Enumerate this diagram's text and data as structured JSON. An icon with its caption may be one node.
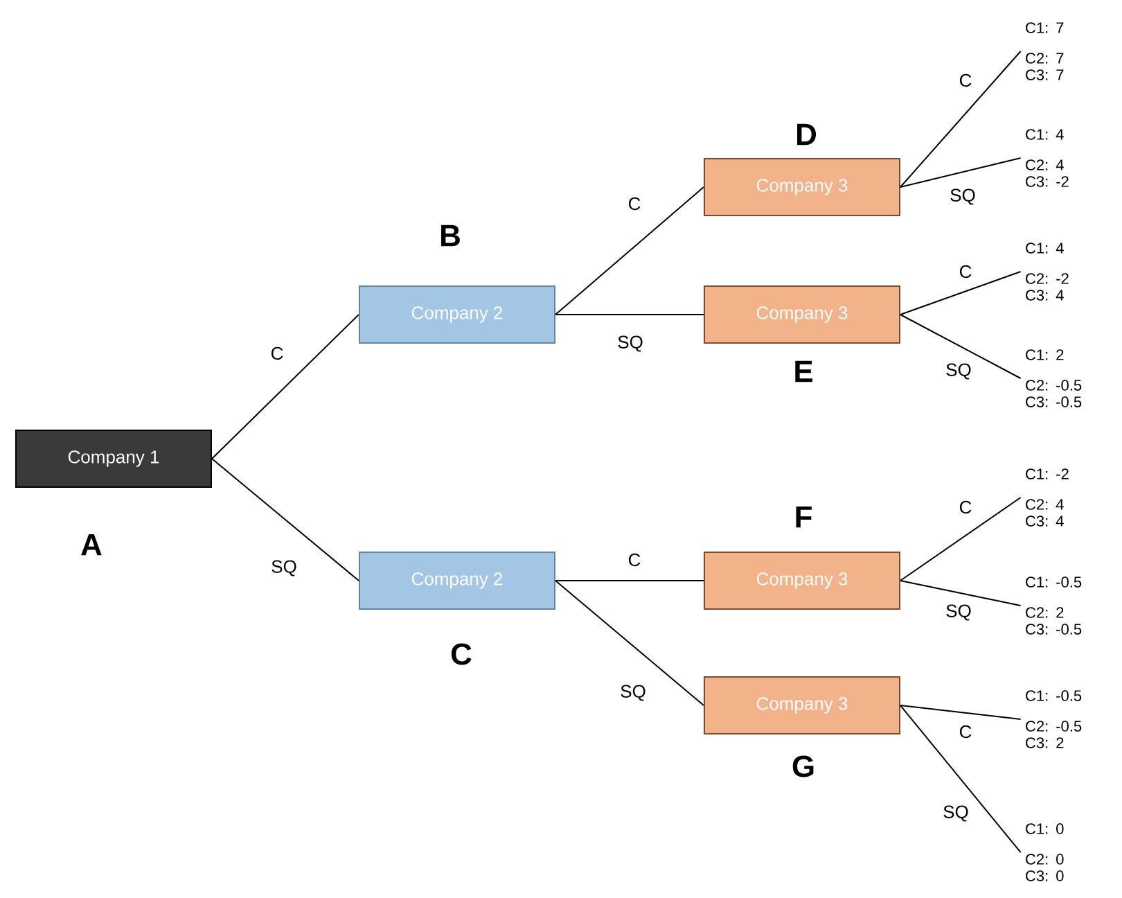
{
  "diagram": {
    "nodes": [
      {
        "text": [
          "Company 1"
        ],
        "beside": [
          "A"
        ]
      },
      {
        "text": [
          "Company 2"
        ],
        "beside": [
          "B"
        ]
      },
      {
        "text": [
          "Company 2"
        ],
        "beside": [
          "C"
        ]
      },
      {
        "text": [
          "Company 3"
        ],
        "beside": [
          "D"
        ]
      },
      {
        "text": [
          "Company 3"
        ],
        "beside": [
          "E"
        ]
      },
      {
        "text": [
          "Company 3"
        ],
        "beside": [
          "F"
        ]
      },
      {
        "text": [
          "Company 3"
        ],
        "beside": [
          "G"
        ]
      },
      {
        "text": [
          "C1: 7",
          "C2: 7",
          "C3: 7"
        ]
      },
      {
        "text": [
          "C1: 4",
          "C2: 4",
          "C3: -2"
        ]
      },
      {
        "text": [
          "C1: 4",
          "C2: -2",
          "C3: 4"
        ]
      },
      {
        "text": [
          "C1: 2",
          "C2: -0.5",
          "C3: -0.5"
        ]
      },
      {
        "text": [
          "C1: -2",
          "C2: 4",
          "C3: 4"
        ]
      },
      {
        "text": [
          "C1: -0.5",
          "C2: 2",
          "C3: -0.5"
        ]
      },
      {
        "text": [
          "C1: -0.5",
          "C2: -0.5",
          "C3: 2"
        ]
      },
      {
        "text": [
          "C1: 0",
          "C2: 0",
          "C3: 0"
        ]
      }
    ],
    "edges": [
      {
        "from": 0,
        "to": 1,
        "arrow": "none",
        "label": "C"
      },
      {
        "from": 0,
        "to": 2,
        "arrow": "none",
        "label": "SQ"
      },
      {
        "from": 1,
        "to": 3,
        "arrow": "none",
        "label": "C"
      },
      {
        "from": 1,
        "to": 4,
        "arrow": "none",
        "label": "SQ"
      },
      {
        "from": 2,
        "to": 5,
        "arrow": "none",
        "label": "C"
      },
      {
        "from": 2,
        "to": 6,
        "arrow": "none",
        "label": "SQ"
      },
      {
        "from": 3,
        "to": 7,
        "arrow": "none",
        "label": "C"
      },
      {
        "from": 3,
        "to": 8,
        "arrow": "none",
        "label": "SQ"
      },
      {
        "from": 4,
        "to": 9,
        "arrow": "none",
        "label": "C"
      },
      {
        "from": 4,
        "to": 10,
        "arrow": "none",
        "label": "SQ"
      },
      {
        "from": 5,
        "to": 11,
        "arrow": "none",
        "label": "C"
      },
      {
        "from": 5,
        "to": 12,
        "arrow": "none",
        "label": "SQ"
      },
      {
        "from": 6,
        "to": 13,
        "arrow": "none",
        "label": "C"
      },
      {
        "from": 6,
        "to": 14,
        "arrow": "none",
        "label": "SQ"
      }
    ]
  }
}
